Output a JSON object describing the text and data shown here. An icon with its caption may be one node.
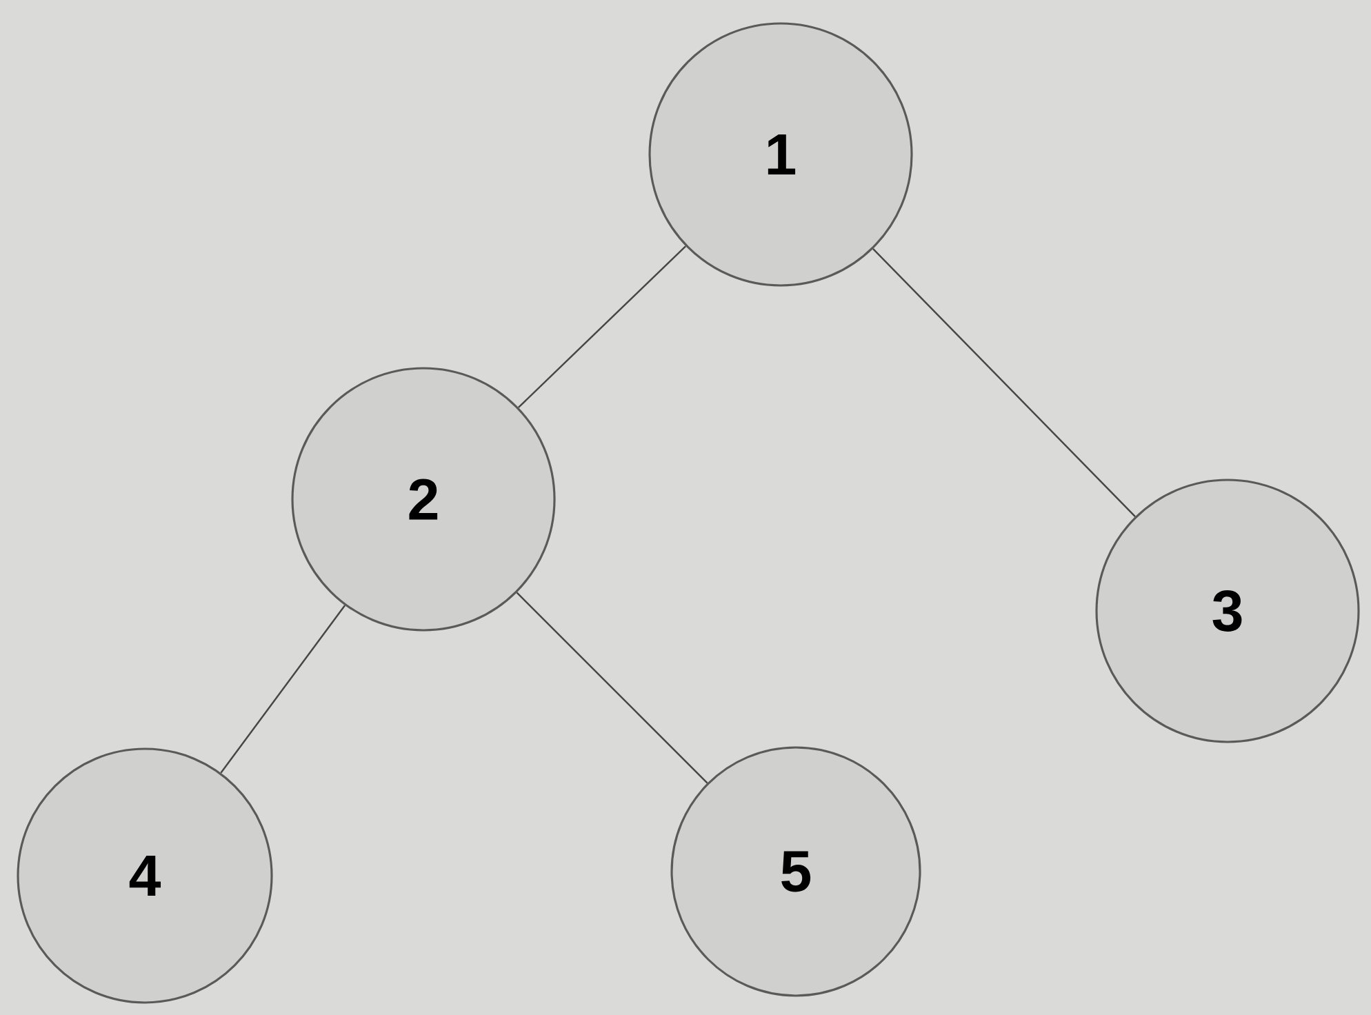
{
  "diagram": {
    "nodes": [
      {
        "text": [
          "1"
        ]
      },
      {
        "text": [
          "2"
        ]
      },
      {
        "text": [
          "3"
        ]
      },
      {
        "text": [
          "4"
        ]
      },
      {
        "text": [
          "5"
        ]
      }
    ],
    "edges": [
      {
        "from": 0,
        "to": 1,
        "arrow": "none"
      },
      {
        "from": 0,
        "to": 2,
        "arrow": "none"
      },
      {
        "from": 1,
        "to": 3,
        "arrow": "none"
      },
      {
        "from": 1,
        "to": 4,
        "arrow": "none"
      }
    ]
  }
}
